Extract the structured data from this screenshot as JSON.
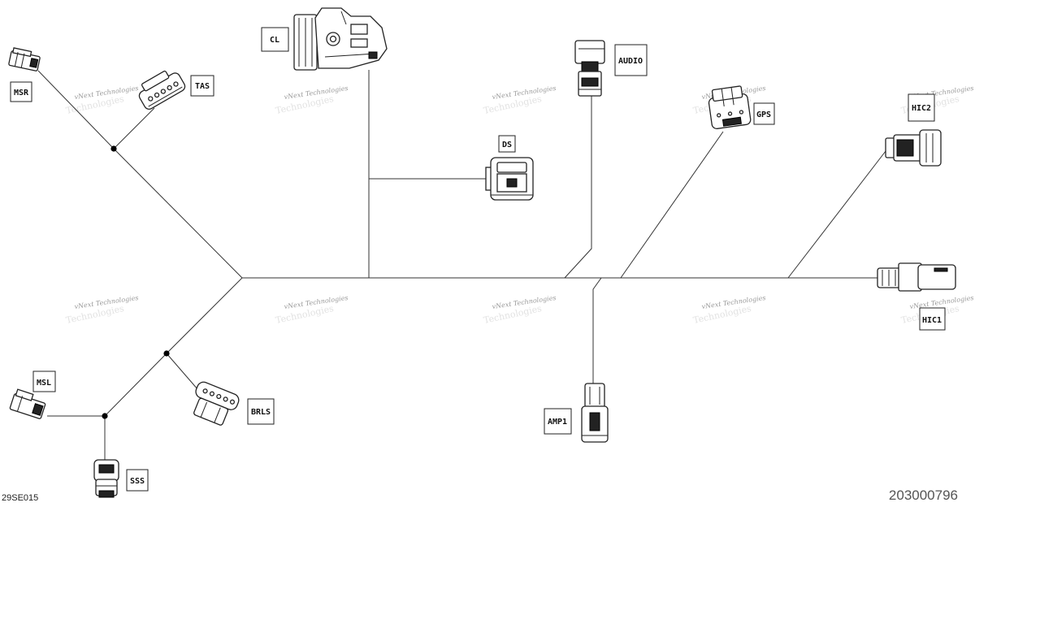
{
  "connectors": {
    "msr": "MSR",
    "tas": "TAS",
    "cl": "CL",
    "ds": "DS",
    "audio": "AUDIO",
    "gps": "GPS",
    "hic2": "HIC2",
    "hic1": "HIC1",
    "msl": "MSL",
    "brls": "BRLS",
    "sss": "SSS",
    "amp1": "AMP1"
  },
  "watermark": {
    "text": "vNext Technologies",
    "shadow": "Technologies"
  },
  "references": {
    "figure_code": "29SE015",
    "part_number": "203000796"
  }
}
